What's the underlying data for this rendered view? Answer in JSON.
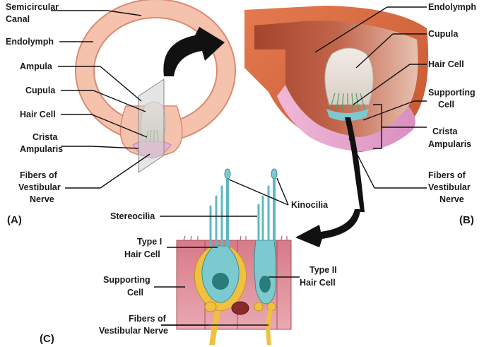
{
  "panels": {
    "a": "(A)",
    "b": "(B)",
    "c": "(C)"
  },
  "panel_a": {
    "semicircular_canal": [
      "Semicircular",
      "Canal"
    ],
    "endolymph": "Endolymph",
    "ampula": "Ampula",
    "cupula": "Cupula",
    "hair_cell": "Hair Cell",
    "crista_ampularis": [
      "Crista",
      "Ampularis"
    ],
    "fibers": [
      "Fibers of",
      "Vestibular",
      "Nerve"
    ]
  },
  "panel_b": {
    "endolymph": "Endolymph",
    "cupula": "Cupula",
    "hair_cell": "Hair Cell",
    "supporting_cell": [
      "Supporting",
      "Cell"
    ],
    "crista_ampularis": [
      "Crista",
      "Ampularis"
    ],
    "fibers": [
      "Fibers of",
      "Vestibular",
      "Nerve"
    ]
  },
  "panel_c": {
    "kinocilia": "Kinocilia",
    "stereocilia": "Stereocilia",
    "type1": [
      "Type I",
      "Hair Cell"
    ],
    "type2": [
      "Type II",
      "Hair Cell"
    ],
    "supporting_cell": [
      "Supporting",
      "Cell"
    ],
    "fibers": [
      "Fibers of",
      "Vestibular Nerve"
    ]
  },
  "colors": {
    "canal": "#f2b8a0",
    "canal_stroke": "#d98a70",
    "cupula": "#e8e0d8",
    "crista": "#e8b0d0",
    "wall": "#d9704a",
    "wall_dark": "#b8502e",
    "endolymph_dark": "#a8503a",
    "hair_cell": "#7cc9cf",
    "nucleus": "#2a7c7a",
    "support": "#e3a0a8",
    "nerve": "#f0c040"
  }
}
